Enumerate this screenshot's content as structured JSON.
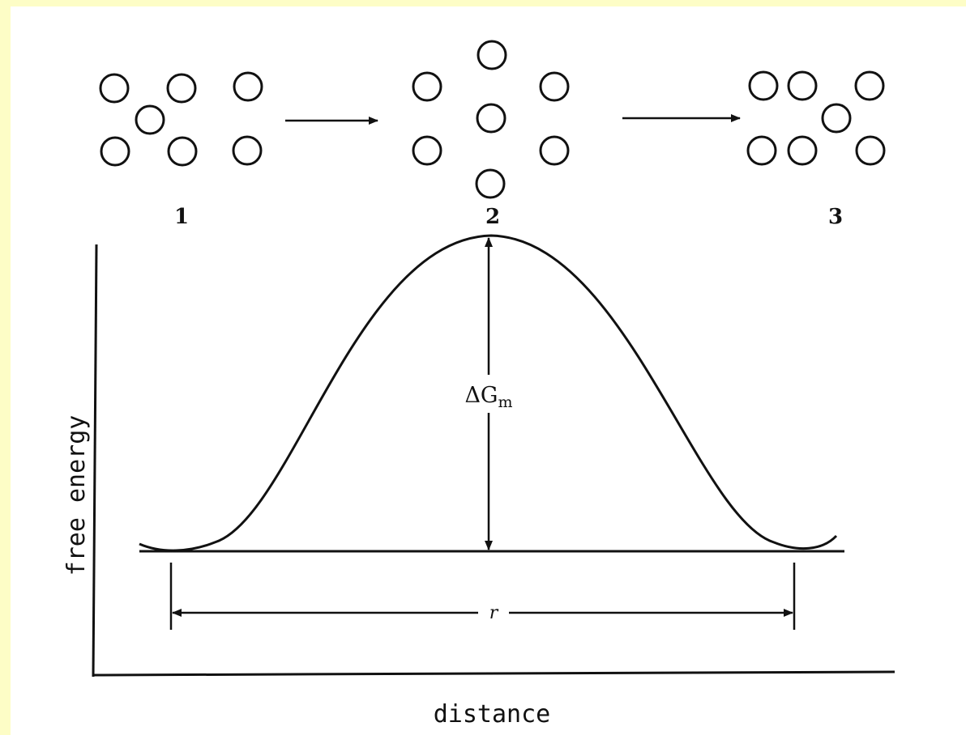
{
  "figure": {
    "stage_labels": [
      "1",
      "2",
      "3"
    ],
    "y_axis_label": "free energy",
    "x_axis_label": "distance",
    "barrier_label_main": "ΔG",
    "barrier_label_sub": "m",
    "distance_label": "r"
  },
  "colors": {
    "page_border": "#fdfdc6",
    "ink": "#111111",
    "background": "#ffffff"
  }
}
